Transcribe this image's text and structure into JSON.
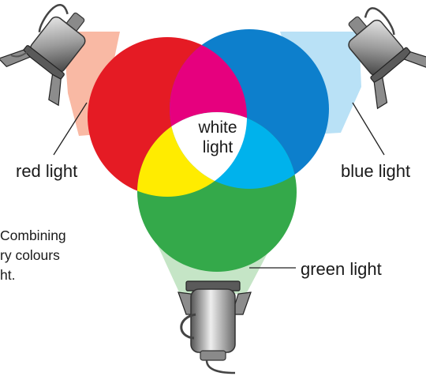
{
  "labels": {
    "center_line1": "white",
    "center_line2": "light",
    "red": "red light",
    "blue": "blue light",
    "green": "green light"
  },
  "caption": {
    "line1": "Combining",
    "line2": "ry colours",
    "line3": "ht."
  },
  "colors": {
    "red": "#e51b24",
    "green": "#34a94a",
    "blue": "#0d7fcc",
    "magenta": "#e6007e",
    "yellow": "#ffec00",
    "cyan": "#00b2ec",
    "white": "#ffffff",
    "red_beam": "#f9b9a4",
    "blue_beam": "#b9e1f6",
    "green_beam": "#c5e5c6",
    "lamp_body": "#9a9a9a",
    "lamp_dark": "#4a4a4a"
  }
}
